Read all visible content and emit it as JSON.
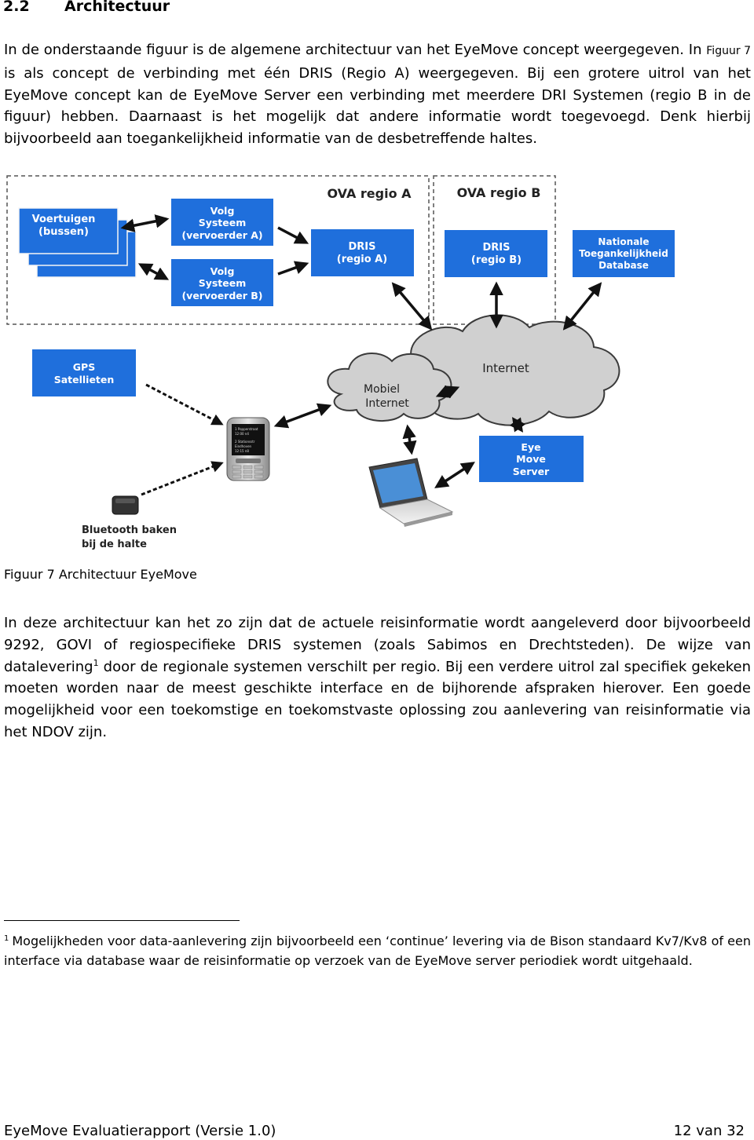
{
  "section": {
    "number": "2.2",
    "title": "Architectuur"
  },
  "intro": {
    "part1": "In de onderstaande figuur is de algemene architectuur van het EyeMove concept weergegeven. In ",
    "figure_ref": "Figuur 7",
    "part2": " is als concept de verbinding met één DRIS (Regio A) weergegeven. Bij een grotere uitrol van het EyeMove concept kan de EyeMove Server een verbinding met meerdere DRI Systemen (regio B in de figuur) hebben. Daarnaast is het mogelijk dat andere informatie wordt toegevoegd. Denk hierbij bijvoorbeeld aan toegankelijkheid informatie van de desbetreffende haltes."
  },
  "figure": {
    "region_a_title": "OVA regio A",
    "region_b_title": "OVA regio B",
    "vehicles": [
      "Voertuigen",
      "(bussen)"
    ],
    "volg_a": [
      "Volg",
      "Systeem",
      "(vervoerder A)"
    ],
    "volg_b": [
      "Volg",
      "Systeem",
      "(vervoerder B)"
    ],
    "dris_a": [
      "DRIS",
      "(regio A)"
    ],
    "dris_b": [
      "DRIS",
      "(regio B)"
    ],
    "ntd": [
      "Nationale",
      "Toegankelijkheid",
      "Database"
    ],
    "gps": [
      "GPS",
      "Satellieten"
    ],
    "internet": "Internet",
    "mobiel": [
      "Mobiel",
      "Internet"
    ],
    "eyemove": [
      "Eye",
      "Move",
      "Server"
    ],
    "bluetooth": [
      "Bluetooth baken",
      "bij de halte"
    ],
    "phone_screen": [
      "1 Popperstraat",
      "12:00 n4",
      "2 Stationsstr",
      "Eindhoven",
      "12:15 n8"
    ],
    "colors": {
      "box_blue": "#1f6fdc",
      "cloud_gray": "#cfcfcf",
      "dashed_border": "#555555"
    }
  },
  "caption": "Figuur 7 Architectuur EyeMove",
  "body2": {
    "part1": "In deze architectuur kan het zo zijn dat de actuele reisinformatie wordt aangeleverd door bijvoorbeeld 9292, GOVI of regiospecifieke DRIS systemen (zoals Sabimos en Drechtsteden). De wijze van datalevering",
    "fn_mark": "1",
    "part2": " door de regionale systemen verschilt per regio. Bij een verdere uitrol zal specifiek gekeken moeten worden naar de meest geschikte interface en de bijhorende afspraken hierover. Een goede mogelijkheid voor een toekomstige en toekomstvaste oplossing zou aanlevering van reisinformatie via het NDOV zijn."
  },
  "footnote": {
    "mark": "1",
    "text": "Mogelijkheden voor data-aanlevering zijn bijvoorbeeld een ‘continue’ levering via de Bison standaard Kv7/Kv8 of een interface via database waar de reisinformatie op verzoek van de EyeMove server periodiek wordt uitgehaald."
  },
  "footer": {
    "left": "EyeMove Evaluatierapport (Versie 1.0)",
    "right": "12 van 32"
  }
}
